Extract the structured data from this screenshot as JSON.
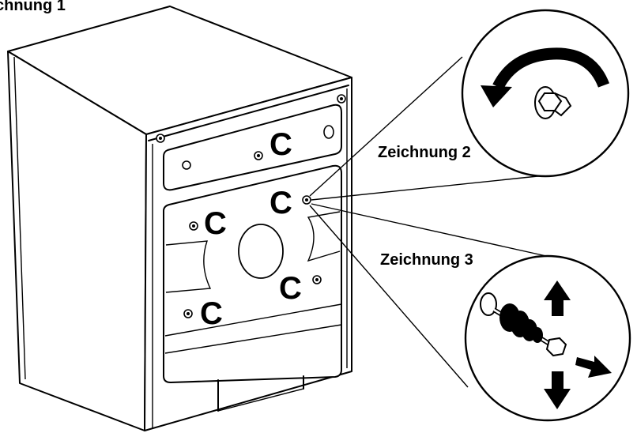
{
  "labels": {
    "drawing1": "chnung 1",
    "drawing2": "Zeichnung 2",
    "drawing3": "Zeichnung 3"
  },
  "markers": {
    "top_panel": "C",
    "upper_right": "C",
    "left_upper": "C",
    "left_lower": "C",
    "lower_right": "C"
  }
}
